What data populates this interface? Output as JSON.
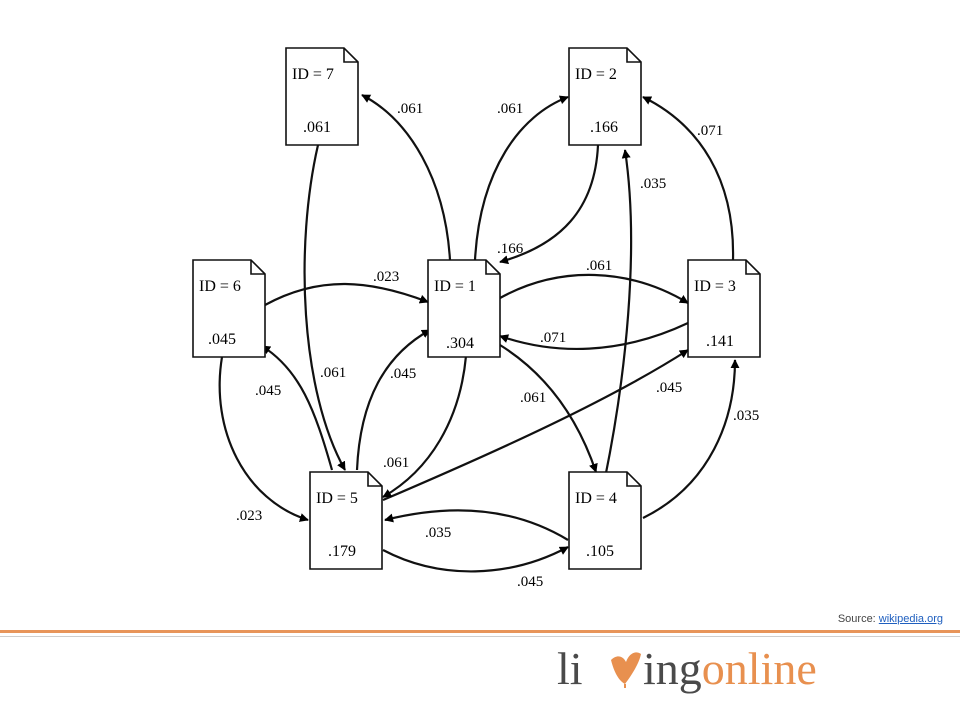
{
  "diagram": {
    "nodes": [
      {
        "id_label": "ID = 7",
        "value": ".061"
      },
      {
        "id_label": "ID = 2",
        "value": ".166"
      },
      {
        "id_label": "ID = 6",
        "value": ".045"
      },
      {
        "id_label": "ID = 1",
        "value": ".304"
      },
      {
        "id_label": "ID = 3",
        "value": ".141"
      },
      {
        "id_label": "ID = 5",
        "value": ".179"
      },
      {
        "id_label": "ID = 4",
        "value": ".105"
      }
    ],
    "edges": [
      {
        "from": "1",
        "to": "7",
        "label": ".061"
      },
      {
        "from": "1",
        "to": "2",
        "label": ".061"
      },
      {
        "from": "3",
        "to": "2",
        "label": ".071"
      },
      {
        "from": "4",
        "to": "2",
        "label": ".035"
      },
      {
        "from": "2",
        "to": "1",
        "label": ".166"
      },
      {
        "from": "6",
        "to": "1",
        "label": ".023"
      },
      {
        "from": "1",
        "to": "3",
        "label": ".061"
      },
      {
        "from": "3",
        "to": "1",
        "label": ".071"
      },
      {
        "from": "7",
        "to": "5",
        "label": ".061"
      },
      {
        "from": "5",
        "to": "6",
        "label": ".045"
      },
      {
        "from": "5",
        "to": "1",
        "label": ".045"
      },
      {
        "from": "1",
        "to": "4",
        "label": ".061"
      },
      {
        "from": "5",
        "to": "3",
        "label": ".045"
      },
      {
        "from": "4",
        "to": "3",
        "label": ".035"
      },
      {
        "from": "1",
        "to": "5",
        "label": ".061"
      },
      {
        "from": "6",
        "to": "5",
        "label": ".023"
      },
      {
        "from": "4",
        "to": "5",
        "label": ".035"
      },
      {
        "from": "5",
        "to": "4",
        "label": ".045"
      }
    ]
  },
  "source": {
    "prefix": "Source: ",
    "link_text": "wikipedia.org"
  },
  "logo": {
    "part1": "li",
    "part2": "ingonline",
    "heart_color": "#e8904f",
    "text_dark": "#4a4a4a",
    "text_orange": "#e8904f"
  },
  "colors": {
    "rule": "#e8955a"
  }
}
